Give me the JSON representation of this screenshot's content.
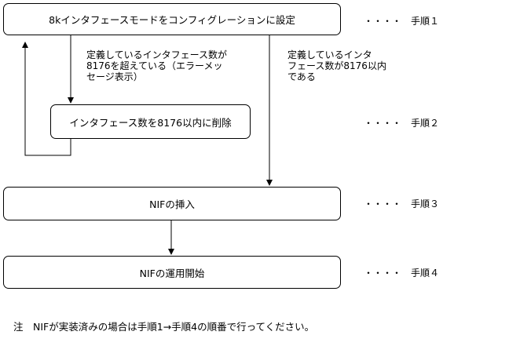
{
  "steps": [
    {
      "box": "8kインタフェースモードをコンフィグレーションに設定",
      "marker": "・・・・　手順１"
    },
    {
      "box": "インタフェース数を8176以内に削除",
      "marker": "・・・・　手順２"
    },
    {
      "box": "NIFの挿入",
      "marker": "・・・・　手順３"
    },
    {
      "box": "NIFの運用開始",
      "marker": "・・・・　手順４"
    }
  ],
  "conditions": {
    "over": [
      "定義しているインタフェース数が",
      "8176を超えている（エラーメッ",
      "セージ表示）"
    ],
    "within": [
      "定義しているインタ",
      "フェース数が8176以内",
      "である"
    ]
  },
  "note": "注　NIFが実装済みの場合は手順1→手順4の順番で行ってください。"
}
